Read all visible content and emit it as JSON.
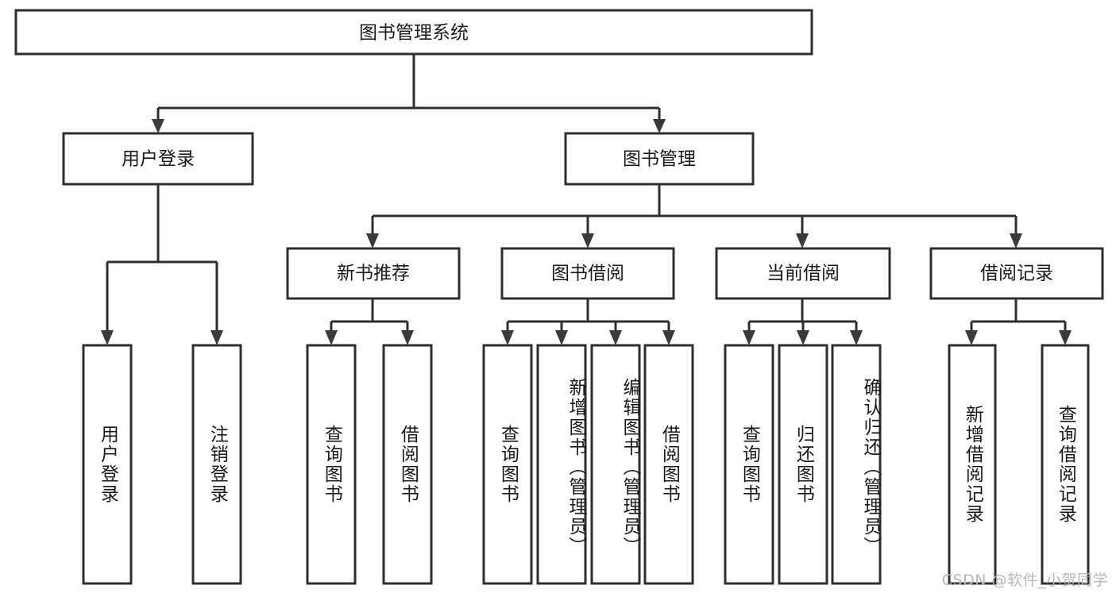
{
  "diagram": {
    "type": "tree",
    "title": "图书管理系统",
    "watermark": "CSDN @软件_小贺同学",
    "colors": {
      "background": "#ffffff",
      "box_stroke": "#2f2f2f",
      "box_fill": "#ffffff",
      "text": "#1a1a1a",
      "arrow": "#3a3a3a",
      "watermark": "#b8b8b8"
    },
    "levels": {
      "root": {
        "label": "图书管理系统"
      },
      "level2": [
        {
          "label": "用户登录"
        },
        {
          "label": "图书管理"
        }
      ],
      "level3": [
        {
          "label": "新书推荐"
        },
        {
          "label": "图书借阅"
        },
        {
          "label": "当前借阅"
        },
        {
          "label": "借阅记录"
        }
      ],
      "leaves": {
        "user_login": [
          {
            "label": "用户登录"
          },
          {
            "label": "注销登录"
          }
        ],
        "new_book_recommend": [
          {
            "label": "查询图书"
          },
          {
            "label": "借阅图书"
          }
        ],
        "book_borrow": [
          {
            "label": "查询图书"
          },
          {
            "label": "新增图书（管理员）"
          },
          {
            "label": "编辑图书（管理员）"
          },
          {
            "label": "借阅图书"
          }
        ],
        "current_borrow": [
          {
            "label": "查询图书"
          },
          {
            "label": "归还图书"
          },
          {
            "label": "确认归还（管理员）"
          }
        ],
        "borrow_record": [
          {
            "label": "新增借阅记录"
          },
          {
            "label": "查询借阅记录"
          }
        ]
      }
    },
    "edges": [
      {
        "from": "图书管理系统",
        "to": "用户登录"
      },
      {
        "from": "图书管理系统",
        "to": "图书管理"
      },
      {
        "from": "用户登录",
        "to": "用户登录"
      },
      {
        "from": "用户登录",
        "to": "注销登录"
      },
      {
        "from": "图书管理",
        "to": "新书推荐"
      },
      {
        "from": "图书管理",
        "to": "图书借阅"
      },
      {
        "from": "图书管理",
        "to": "当前借阅"
      },
      {
        "from": "图书管理",
        "to": "借阅记录"
      },
      {
        "from": "新书推荐",
        "to": "查询图书"
      },
      {
        "from": "新书推荐",
        "to": "借阅图书"
      },
      {
        "from": "图书借阅",
        "to": "查询图书"
      },
      {
        "from": "图书借阅",
        "to": "新增图书（管理员）"
      },
      {
        "from": "图书借阅",
        "to": "编辑图书（管理员）"
      },
      {
        "from": "图书借阅",
        "to": "借阅图书"
      },
      {
        "from": "当前借阅",
        "to": "查询图书"
      },
      {
        "from": "当前借阅",
        "to": "归还图书"
      },
      {
        "from": "当前借阅",
        "to": "确认归还（管理员）"
      },
      {
        "from": "借阅记录",
        "to": "新增借阅记录"
      },
      {
        "from": "借阅记录",
        "to": "查询借阅记录"
      }
    ]
  }
}
